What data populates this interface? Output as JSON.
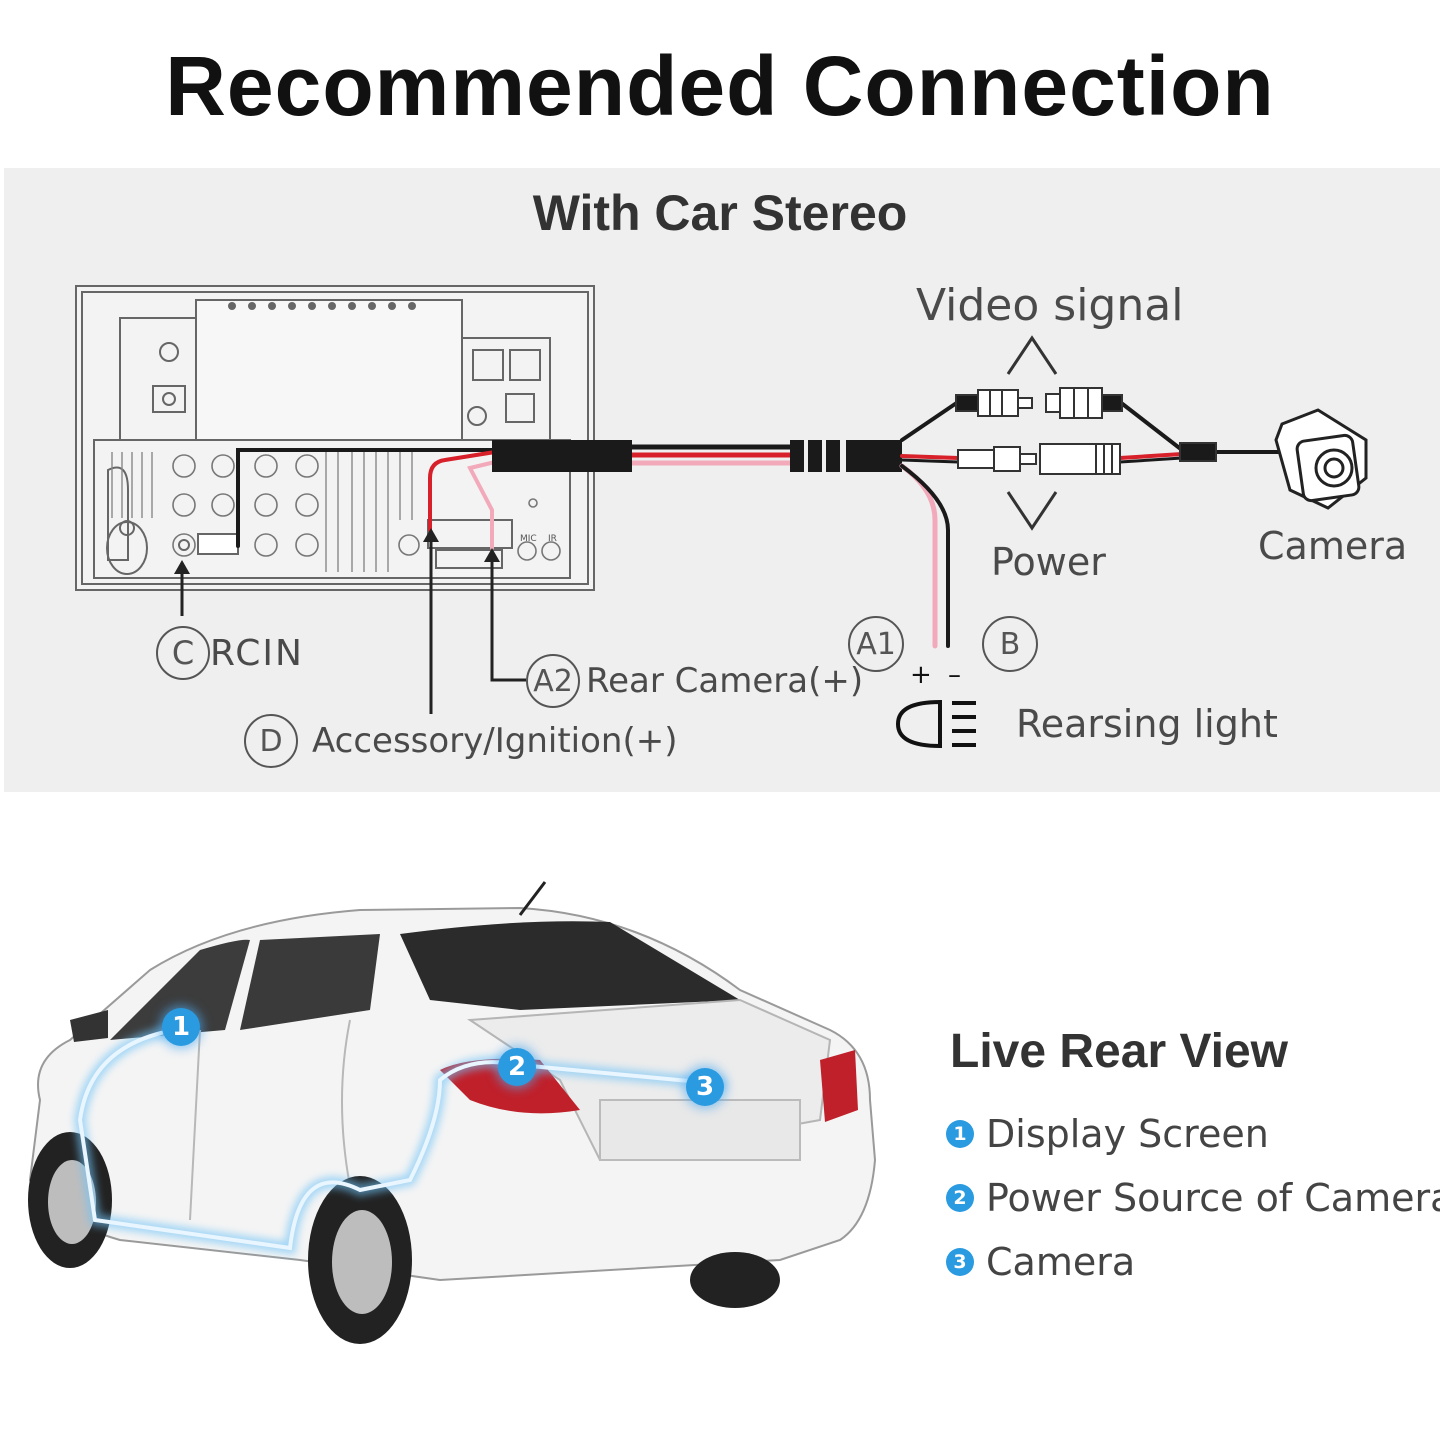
{
  "title": "Recommended Connection",
  "diagram": {
    "subtitle": "With Car Stereo",
    "video_signal": "Video signal",
    "power": "Power",
    "camera": "Camera",
    "rearsing_light": "Rearsing light",
    "plus": "+",
    "minus": "–",
    "mic": "MIC",
    "ir": "IR",
    "tags": {
      "c": {
        "letter": "C",
        "text": "RCIN"
      },
      "d": {
        "letter": "D",
        "text": "Accessory/Ignition(+)"
      },
      "a2": {
        "letter": "A2",
        "text": "Rear Camera(+)"
      },
      "a1": {
        "letter": "A1"
      },
      "b": {
        "letter": "B"
      }
    },
    "colors": {
      "red_wire": "#d8202a",
      "pink_wire": "#f2aabb",
      "black_wire": "#1a1a1a",
      "panel": "#efefef"
    }
  },
  "live_rear_view": {
    "title": "Live Rear View",
    "items": [
      {
        "num": "1",
        "label": "Display Screen"
      },
      {
        "num": "2",
        "label": "Power Source of Camera"
      },
      {
        "num": "3",
        "label": "Camera"
      }
    ],
    "accent": "#2a9be0"
  }
}
